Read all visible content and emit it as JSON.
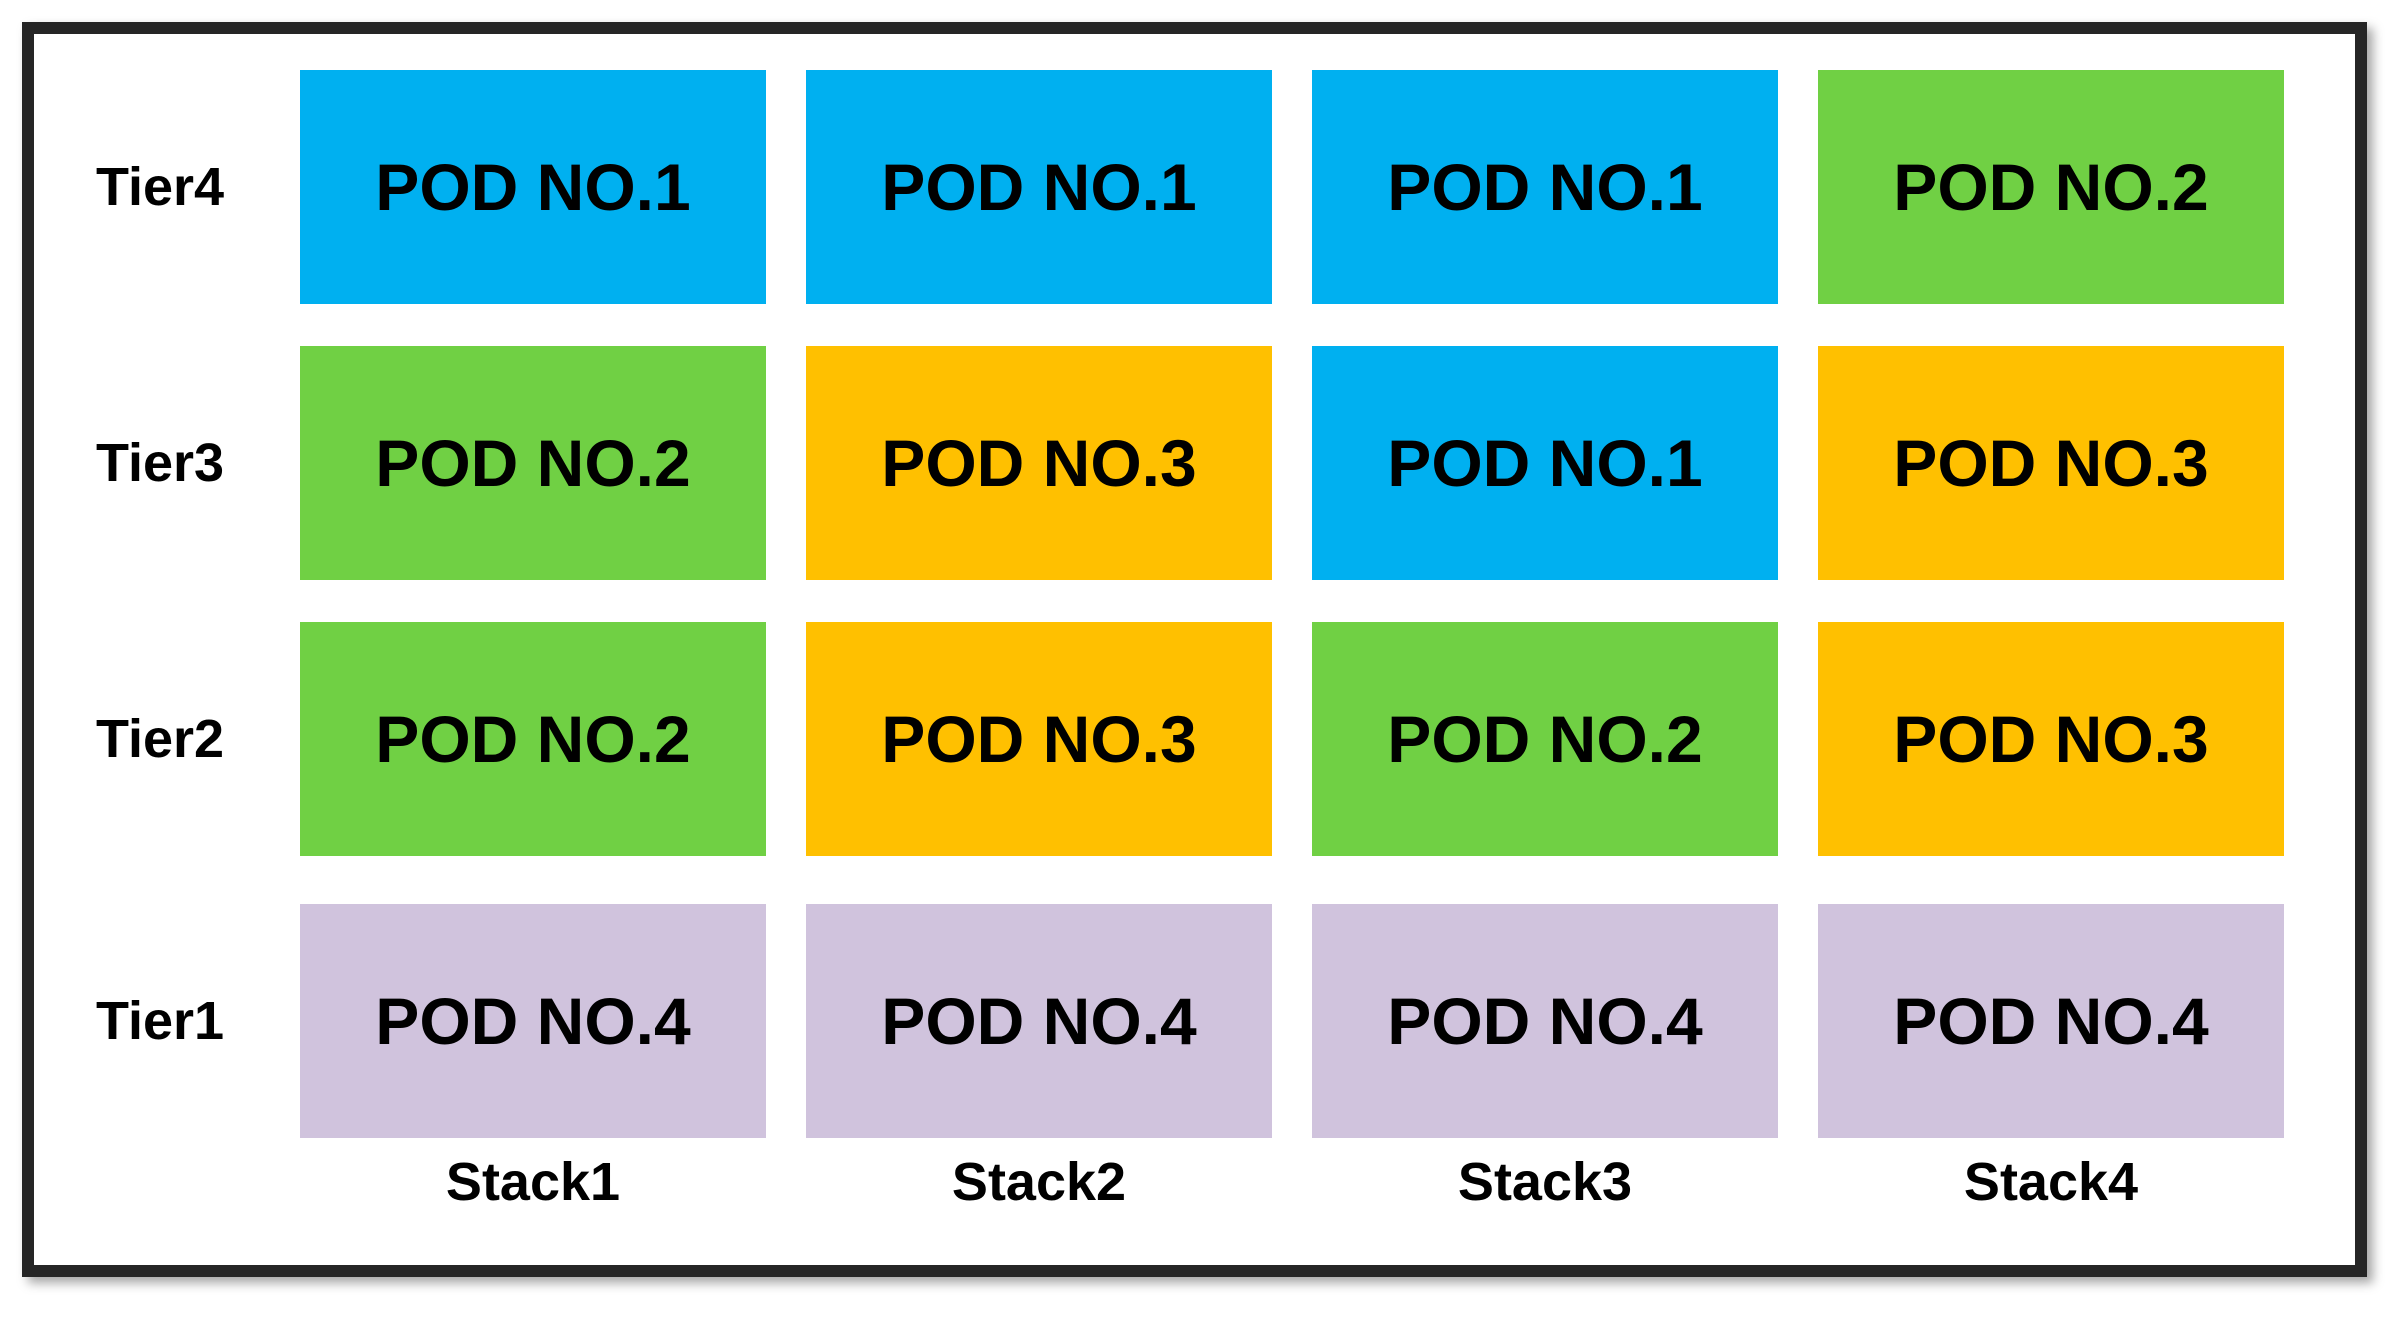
{
  "colors": {
    "pod1": "#00B0F0",
    "pod2": "#70D044",
    "pod3": "#FFC000",
    "pod4": "#D0C3DD",
    "frame": "#262626"
  },
  "tiers": [
    {
      "label": "Tier4",
      "cells": [
        {
          "text": "POD NO.1",
          "pod": "pod1"
        },
        {
          "text": "POD NO.1",
          "pod": "pod1"
        },
        {
          "text": "POD NO.1",
          "pod": "pod1"
        },
        {
          "text": "POD NO.2",
          "pod": "pod2"
        }
      ]
    },
    {
      "label": "Tier3",
      "cells": [
        {
          "text": "POD NO.2",
          "pod": "pod2"
        },
        {
          "text": "POD NO.3",
          "pod": "pod3"
        },
        {
          "text": "POD NO.1",
          "pod": "pod1"
        },
        {
          "text": "POD NO.3",
          "pod": "pod3"
        }
      ]
    },
    {
      "label": "Tier2",
      "cells": [
        {
          "text": "POD NO.2",
          "pod": "pod2"
        },
        {
          "text": "POD NO.3",
          "pod": "pod3"
        },
        {
          "text": "POD NO.2",
          "pod": "pod2"
        },
        {
          "text": "POD NO.3",
          "pod": "pod3"
        }
      ]
    },
    {
      "label": "Tier1",
      "cells": [
        {
          "text": "POD NO.4",
          "pod": "pod4"
        },
        {
          "text": "POD NO.4",
          "pod": "pod4"
        },
        {
          "text": "POD NO.4",
          "pod": "pod4"
        },
        {
          "text": "POD NO.4",
          "pod": "pod4"
        }
      ]
    }
  ],
  "stacks": [
    "Stack1",
    "Stack2",
    "Stack3",
    "Stack4"
  ]
}
